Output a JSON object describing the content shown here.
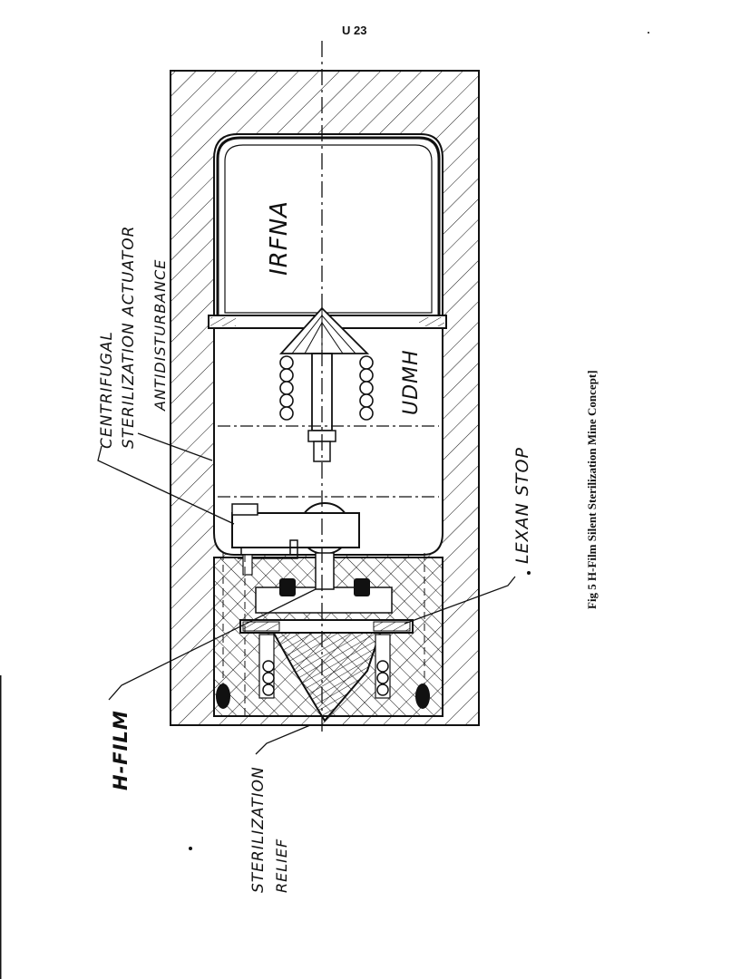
{
  "page": {
    "number": "U 23"
  },
  "caption": "Fig 5   H-Film Silent Sterilization Mine Concept]",
  "labels": {
    "irfna": "IRFNA",
    "udmh": "UDMH",
    "centrifugal": "CENTRIFUGAL",
    "sterilization_actuator": "STERILIZATION ACTUATOR",
    "antidisturbance": "ANTIDISTURBANCE",
    "lexan_stop": "LEXAN STOP",
    "h_film": "H-FILM",
    "sterilization": "STERILIZATION",
    "relief": "RELIEF"
  },
  "colors": {
    "ink": "#111111",
    "paper": "#ffffff"
  }
}
